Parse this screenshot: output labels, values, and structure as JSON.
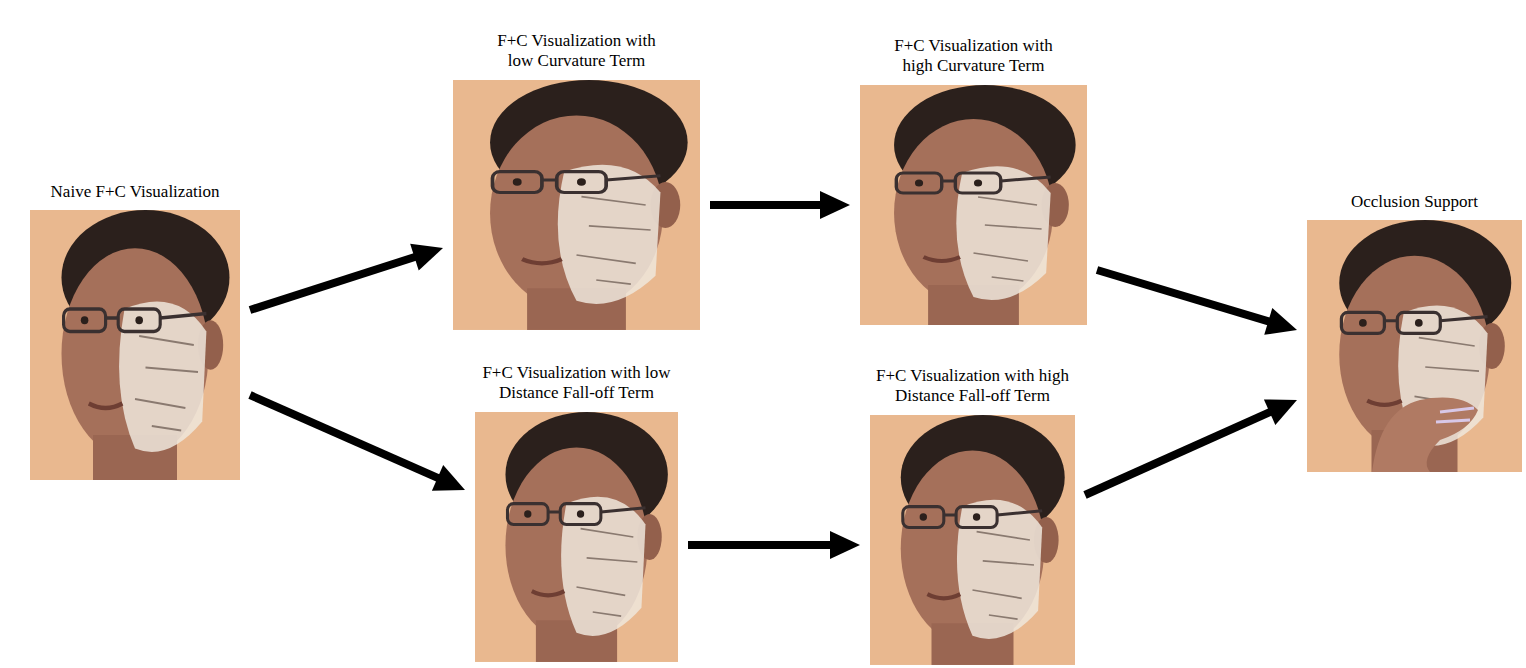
{
  "diagram": {
    "nodes": [
      {
        "text": [
          "Naive F+C Visualization"
        ]
      },
      {
        "text": [
          "F+C Visualization with low Curvature Term"
        ]
      },
      {
        "text": [
          "F+C Visualization with high Curvature Term"
        ]
      },
      {
        "text": [
          "F+C Visualization with low Distance Fall-off Term"
        ]
      },
      {
        "text": [
          "F+C Visualization with high Distance Fall-off Term"
        ]
      },
      {
        "text": [
          "Occlusion Support"
        ]
      }
    ],
    "edges": [
      {
        "from": 0,
        "to": 1,
        "arrow": "to"
      },
      {
        "from": 0,
        "to": 3,
        "arrow": "to"
      },
      {
        "from": 1,
        "to": 2,
        "arrow": "to"
      },
      {
        "from": 3,
        "to": 4,
        "arrow": "to"
      },
      {
        "from": 2,
        "to": 5,
        "arrow": "to"
      },
      {
        "from": 4,
        "to": 5,
        "arrow": "to"
      }
    ]
  }
}
